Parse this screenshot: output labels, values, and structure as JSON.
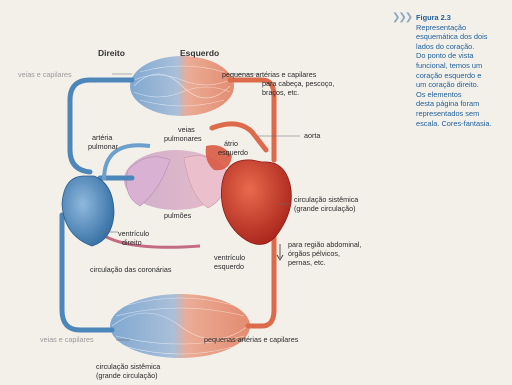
{
  "headings": {
    "right": "Direito",
    "left": "Esquerdo"
  },
  "caption": {
    "title": "Figura 2.3",
    "lines": [
      "Representação",
      "esquemática dos dois",
      "lados do coração.",
      "Do ponto de vista",
      "funcional, temos um",
      "coração esquerdo e",
      "um coração direito.",
      "Os elementos",
      "desta página foram",
      "representados sem",
      "escala. Cores-fantasia."
    ]
  },
  "labels": {
    "top_veins": "veias e capilares",
    "top_arteries": "pequenas artérias e capilares",
    "top_dest_1": "para cabeça, pescoço,",
    "top_dest_2": "braços, etc.",
    "pulm_artery_1": "artéria",
    "pulm_artery_2": "pulmonar",
    "pulm_veins_1": "veias",
    "pulm_veins_2": "pulmonares",
    "aorta": "aorta",
    "left_atrium_1": "átrio",
    "left_atrium_2": "esquerdo",
    "lungs": "pulmões",
    "right_ventricle_1": "ventrículo",
    "right_ventricle_2": "direito",
    "coronary": "circulação das coronárias",
    "left_ventricle_1": "ventrículo",
    "left_ventricle_2": "esquerdo",
    "systemic_1": "circulação sistêmica",
    "systemic_2": "(grande circulação)",
    "abdominal_1": "para região abdominal,",
    "abdominal_2": "órgãos pélvicos,",
    "abdominal_3": "pernas, etc.",
    "bottom_veins": "veias e capilares",
    "bottom_arteries": "pequenas artérias e capilares",
    "bottom_systemic_1": "circulação sistêmica",
    "bottom_systemic_2": "(grande circulação)"
  },
  "colors": {
    "venous": "#4d86b8",
    "arterial": "#d9664a",
    "heart": "#c8321f"
  }
}
